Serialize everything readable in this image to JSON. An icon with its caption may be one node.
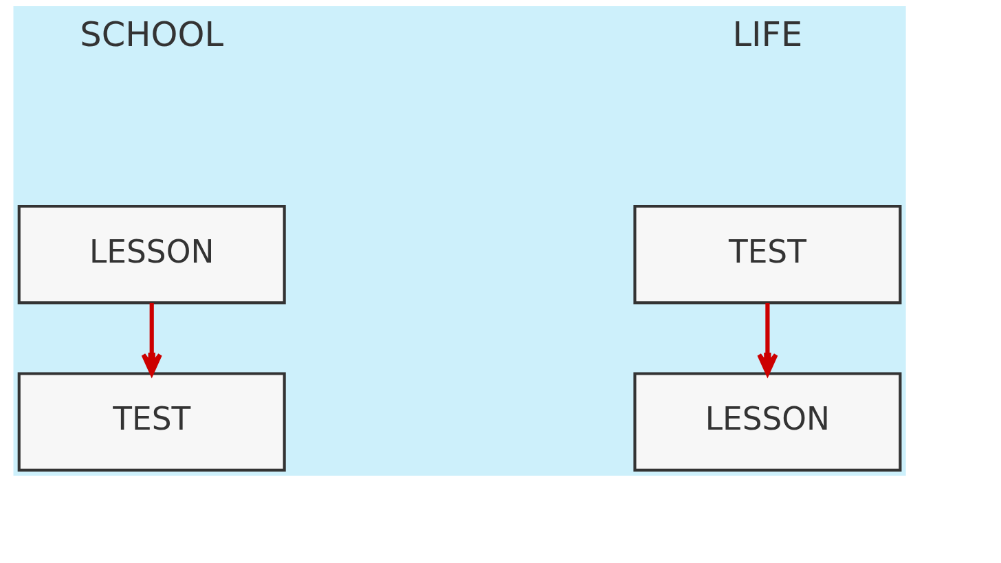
{
  "diagram": {
    "nodes": [
      {
        "text": [
          "LESSON"
        ]
      },
      {
        "text": [
          "TEST"
        ]
      },
      {
        "text": [
          "TEST"
        ]
      },
      {
        "text": [
          "LESSON"
        ]
      }
    ],
    "edges": [
      {
        "from": 0,
        "to": 1,
        "arrow": "to"
      },
      {
        "from": 2,
        "to": 3,
        "arrow": "to"
      }
    ],
    "labels": [
      "SCHOOL",
      "LIFE"
    ]
  }
}
